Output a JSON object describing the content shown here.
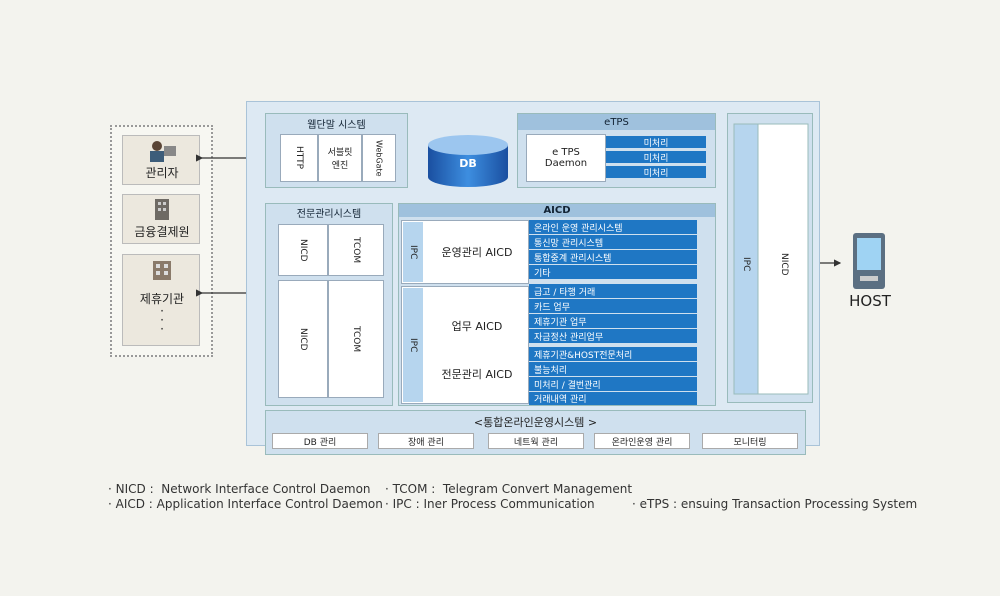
{
  "external": {
    "admin": "관리자",
    "fin_network": "금융결제원",
    "partner": "제휴기관",
    "ellipsis": "·\n·\n·"
  },
  "web": {
    "title": "웹단말 시스템",
    "http": "HTTP",
    "servlet": "서블릿\n엔진",
    "webgate": "WebGate"
  },
  "msg": {
    "title": "전문관리시스템",
    "nicd": "NICD",
    "tcom": "TCOM"
  },
  "db": {
    "label": "DB"
  },
  "etps": {
    "title": "eTPS",
    "daemon": "e TPS\nDaemon",
    "items": [
      "미처리",
      "미처리",
      "미처리"
    ]
  },
  "aicd": {
    "title": "AICD",
    "ipc": "IPC",
    "groups": [
      {
        "name": "운영관리 AICD",
        "items": [
          "온라인 운영 관리시스템",
          "통신망 관리시스템",
          "통합중계 관리시스템",
          "기타"
        ]
      },
      {
        "name": "업무 AICD",
        "items": [
          "급고 / 타행 거래",
          "카드 업무",
          "제휴기관 업무",
          "자금정산 관리업무"
        ]
      },
      {
        "name": "전문관리 AICD",
        "items": [
          "제휴기관&HOST전문처리",
          "불능처리",
          "미처리 / 결번관리",
          "거래내역 관리"
        ]
      }
    ]
  },
  "right": {
    "ipc": "IPC",
    "nicd": "NICD"
  },
  "host": {
    "label": "HOST"
  },
  "ops": {
    "title": "<통합온라인운영시스템 >",
    "items": [
      "DB 관리",
      "장애 관리",
      "네트웍 관리",
      "온라인운영 관리",
      "모니터링"
    ]
  },
  "legend": {
    "nicd": "· NICD :  Network Interface Control Daemon",
    "tcom": "· TCOM :  Telegram Convert Management",
    "aicd": "· AICD : Application Interface Control Daemon",
    "ipc": "· IPC : Iner Process Communication",
    "etps": "· eTPS : ensuing Transaction Processing System"
  },
  "colors": {
    "accent": "#1f77c4",
    "panel": "#dde9f3",
    "header": "#9fc1dd"
  }
}
